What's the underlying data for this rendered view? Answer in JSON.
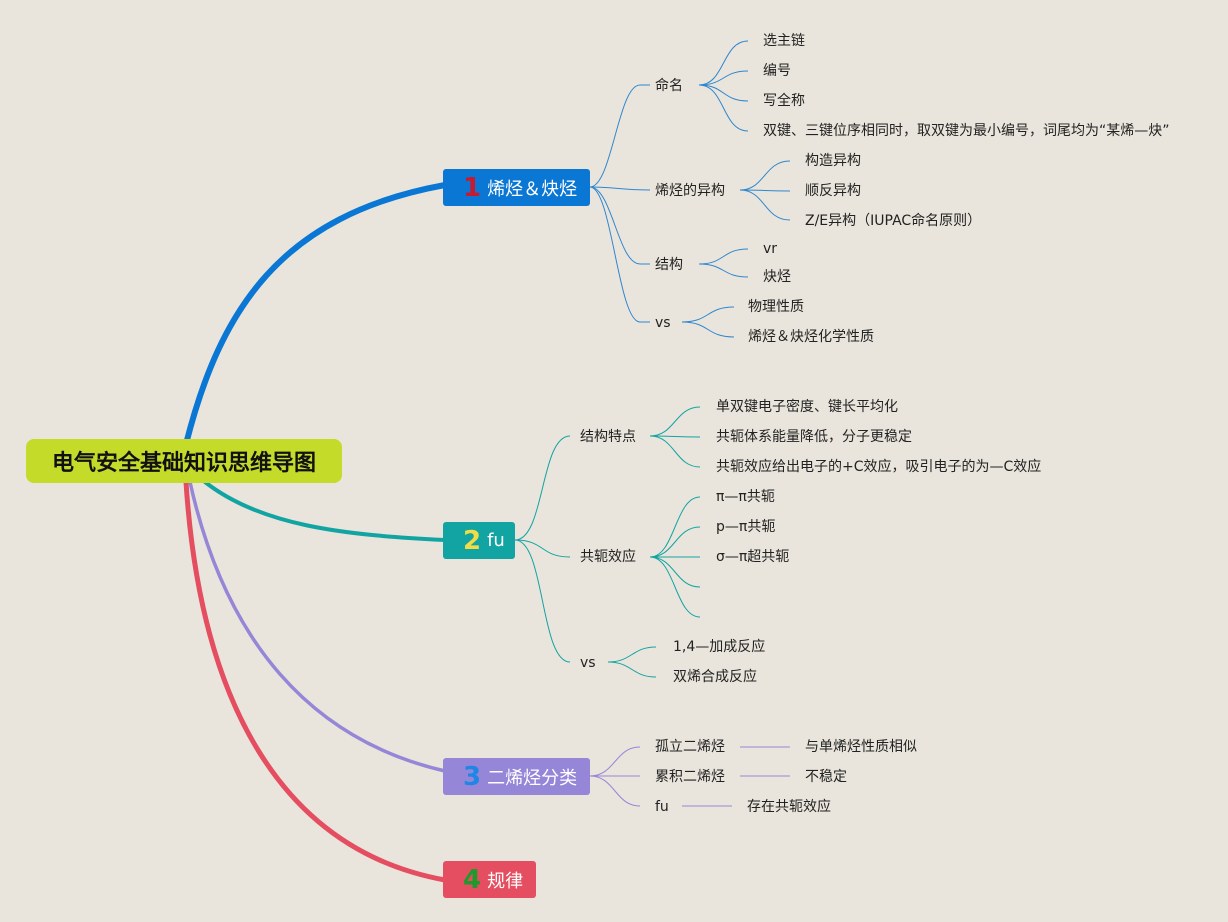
{
  "root": {
    "title": "电气安全基础知识思维导图"
  },
  "branches": [
    {
      "number": "1",
      "label": "烯烃＆炔烃",
      "color": "#0a77d4",
      "number_color": "#c8192e"
    },
    {
      "number": "2",
      "label": "fu",
      "color": "#12a4a2",
      "number_color": "#f2dc45"
    },
    {
      "number": "3",
      "label": "二烯烃分类",
      "color": "#9586d8",
      "number_color": "#1e86e6"
    },
    {
      "number": "4",
      "label": "规律",
      "color": "#e44e60",
      "number_color": "#1e9a2c"
    }
  ],
  "b1": {
    "naming": {
      "label": "命名",
      "items": [
        "选主链",
        "编号",
        "写全称",
        "双键、三键位序相同时，取双键为最小编号，词尾均为“某烯—炔”"
      ]
    },
    "isomers": {
      "label": "烯烃的异构",
      "items": [
        "构造异构",
        "顺反异构",
        "Z/E异构（IUPAC命名原则）"
      ]
    },
    "structure": {
      "label": "结构",
      "items": [
        "vr",
        "炔烃"
      ]
    },
    "vs": {
      "label": "vs",
      "items": [
        "物理性质",
        "烯烃＆炔烃化学性质"
      ]
    }
  },
  "b2": {
    "features": {
      "label": "结构特点",
      "items": [
        "单双键电子密度、键长平均化",
        "共轭体系能量降低，分子更稳定",
        "共轭效应给出电子的+C效应，吸引电子的为—C效应"
      ]
    },
    "conj": {
      "label": "共轭效应",
      "items": [
        "π—π共轭",
        "p—π共轭",
        "σ—π超共轭",
        "",
        ""
      ]
    },
    "vs": {
      "label": "vs",
      "items": [
        "1,4—加成反应",
        "双烯合成反应"
      ]
    }
  },
  "b3": {
    "rows": [
      {
        "label": "孤立二烯烃",
        "detail": "与单烯烃性质相似"
      },
      {
        "label": "累积二烯烃",
        "detail": "不稳定"
      },
      {
        "label": "fu",
        "detail": "存在共轭效应"
      }
    ]
  }
}
